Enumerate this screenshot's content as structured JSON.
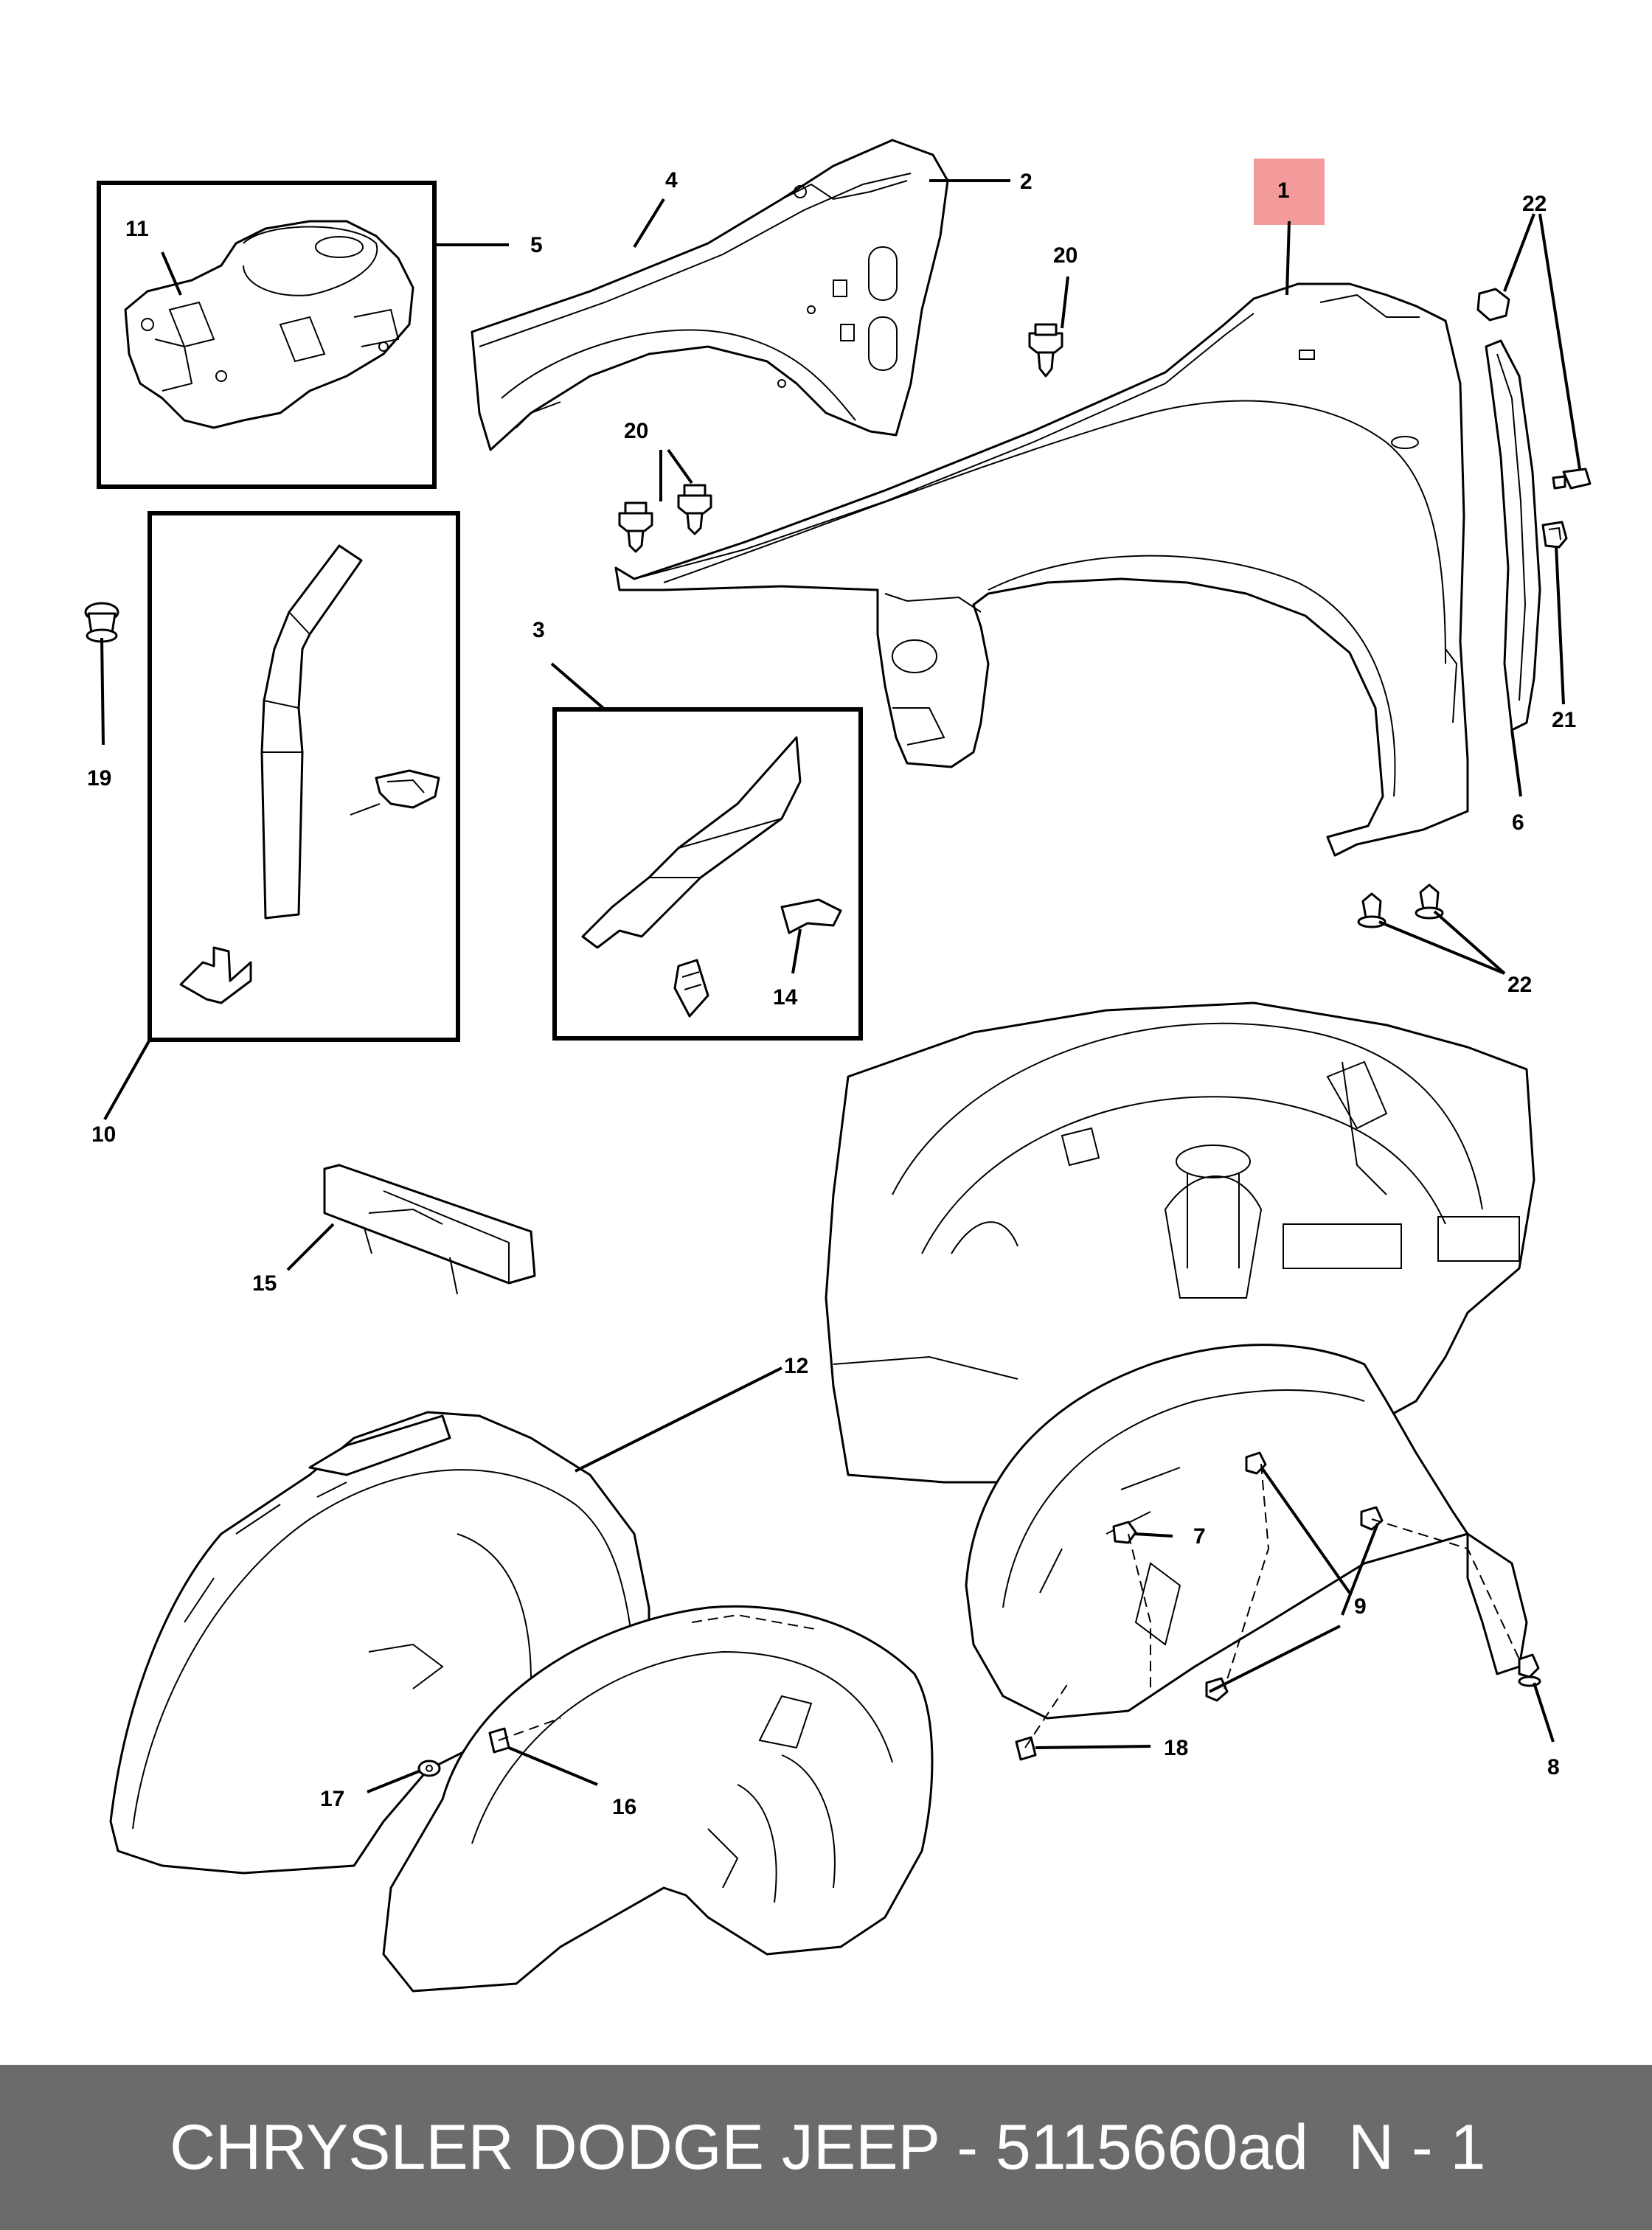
{
  "diagram": {
    "highlight_color": "#f39a9a",
    "callouts": {
      "c1": "1",
      "c2": "2",
      "c3": "3",
      "c4": "4",
      "c5": "5",
      "c6": "6",
      "c7": "7",
      "c8": "8",
      "c9": "9",
      "c10": "10",
      "c11": "11",
      "c12": "12",
      "c14": "14",
      "c15": "15",
      "c16": "16",
      "c17": "17",
      "c18": "18",
      "c19": "19",
      "c20a": "20",
      "c20b": "20",
      "c21": "21",
      "c22a": "22",
      "c22b": "22"
    }
  },
  "footer": {
    "title": "CHRYSLER DODGE JEEP - 5115660ad",
    "page": "N - 1",
    "background": "#6b6b6b"
  }
}
